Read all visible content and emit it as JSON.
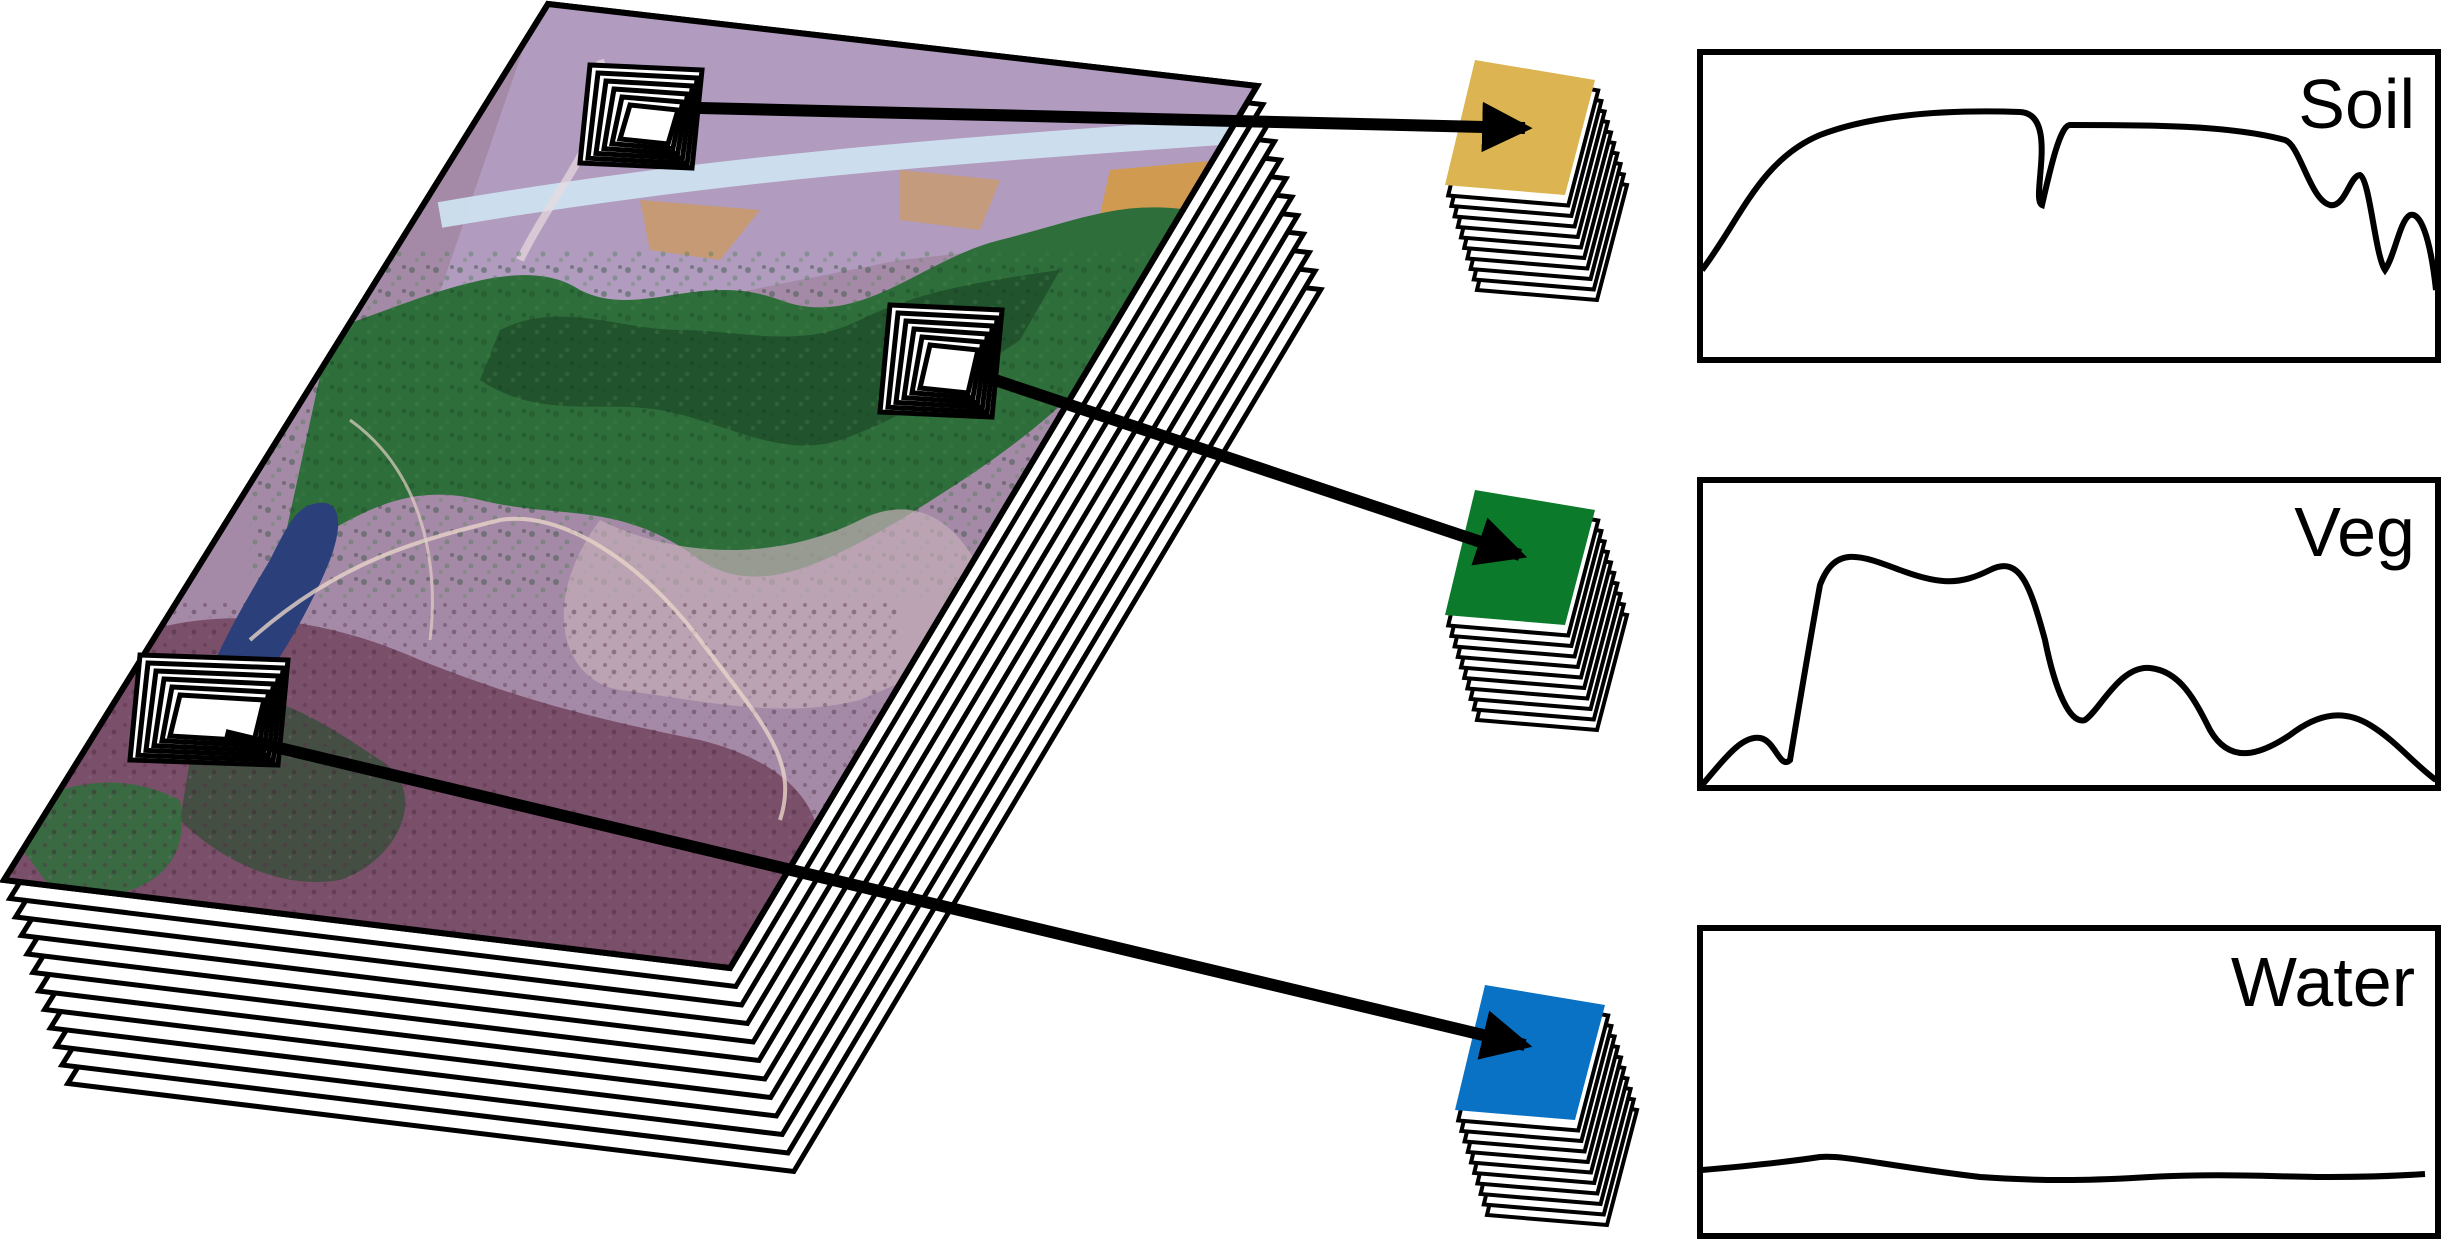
{
  "panels": [
    {
      "label": "Soil",
      "color": "#dcb552",
      "region": "soil"
    },
    {
      "label": "Veg",
      "color": "#0b7a2b",
      "region": "vegetation"
    },
    {
      "label": "Water",
      "color": "#0a72c4",
      "region": "water"
    }
  ],
  "image_colors": {
    "base": "#a58aa8",
    "vegetation": "#2e6e3a",
    "dark_vegetation": "#1f4f2a",
    "soil_orange": "#d49a45",
    "water": "#2b3f7a",
    "road": "#cfe6f2",
    "purple_bare": "#7a4f6a"
  }
}
